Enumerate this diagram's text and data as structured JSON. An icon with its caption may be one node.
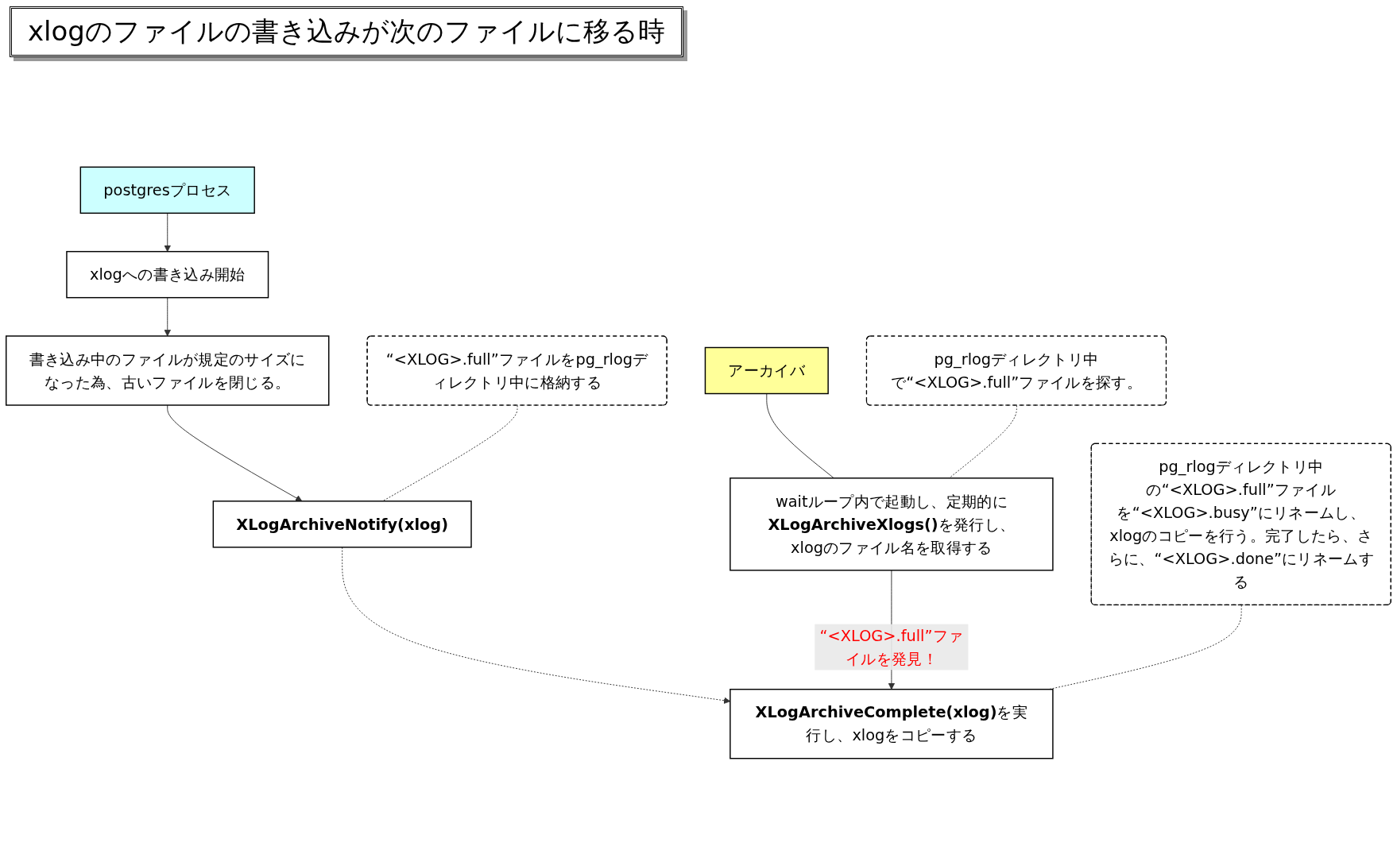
{
  "diagram": {
    "title": "xlogのファイルの書き込みが次のファイルに移る時",
    "nodes": [
      {
        "text": [
          "postgresプロセス"
        ]
      },
      {
        "text": [
          "xlogへの書き込み開始"
        ]
      },
      {
        "text": [
          "書き込み中のファイルが規定のサイズになった為、古いファイルを閉じる。"
        ]
      },
      {
        "text": [
          "XLogArchiveNotify(xlog)"
        ]
      },
      {
        "text": [
          "“<XLOG>.full”ファイルをpg_rlogディレクトリ中に格納する"
        ]
      },
      {
        "text": [
          "アーカイバ"
        ]
      },
      {
        "text": [
          "pg_rlogディレクトリ中で“<XLOG>.full”ファイルを探す。"
        ]
      },
      {
        "text": [
          "waitループ内で起動し、定期的に**XLogArchiveXlogs()**を発行し、xlogのファイル名を取得する"
        ]
      },
      {
        "text": [
          "**XLogArchiveComplete(xlog)**を実行し、xlogをコピーする"
        ]
      },
      {
        "text": [
          "pg_rlogディレクトリ中の“<XLOG>.full”ファイルを“<XLOG>.busy”にリネームし、xlogのコピーを行う。完了したら、さらに、“<XLOG>.done”にリネームする"
        ]
      }
    ],
    "edges": [
      {
        "from": 0,
        "to": 1,
        "arrow": "to"
      },
      {
        "from": 1,
        "to": 2,
        "arrow": "to"
      },
      {
        "from": 2,
        "to": 3,
        "arrow": "to"
      },
      {
        "from": 4,
        "to": 3,
        "arrow": "none",
        "style": "dashed"
      },
      {
        "from": 5,
        "to": 7,
        "arrow": "none"
      },
      {
        "from": 6,
        "to": 7,
        "arrow": "none",
        "style": "dashed"
      },
      {
        "from": 3,
        "to": 8,
        "arrow": "to",
        "style": "dashed"
      },
      {
        "from": 7,
        "to": 8,
        "arrow": "to",
        "label": "“<XLOG>.full”ファイルを発見！"
      },
      {
        "from": 9,
        "to": 8,
        "arrow": "none",
        "style": "dashed"
      }
    ]
  }
}
